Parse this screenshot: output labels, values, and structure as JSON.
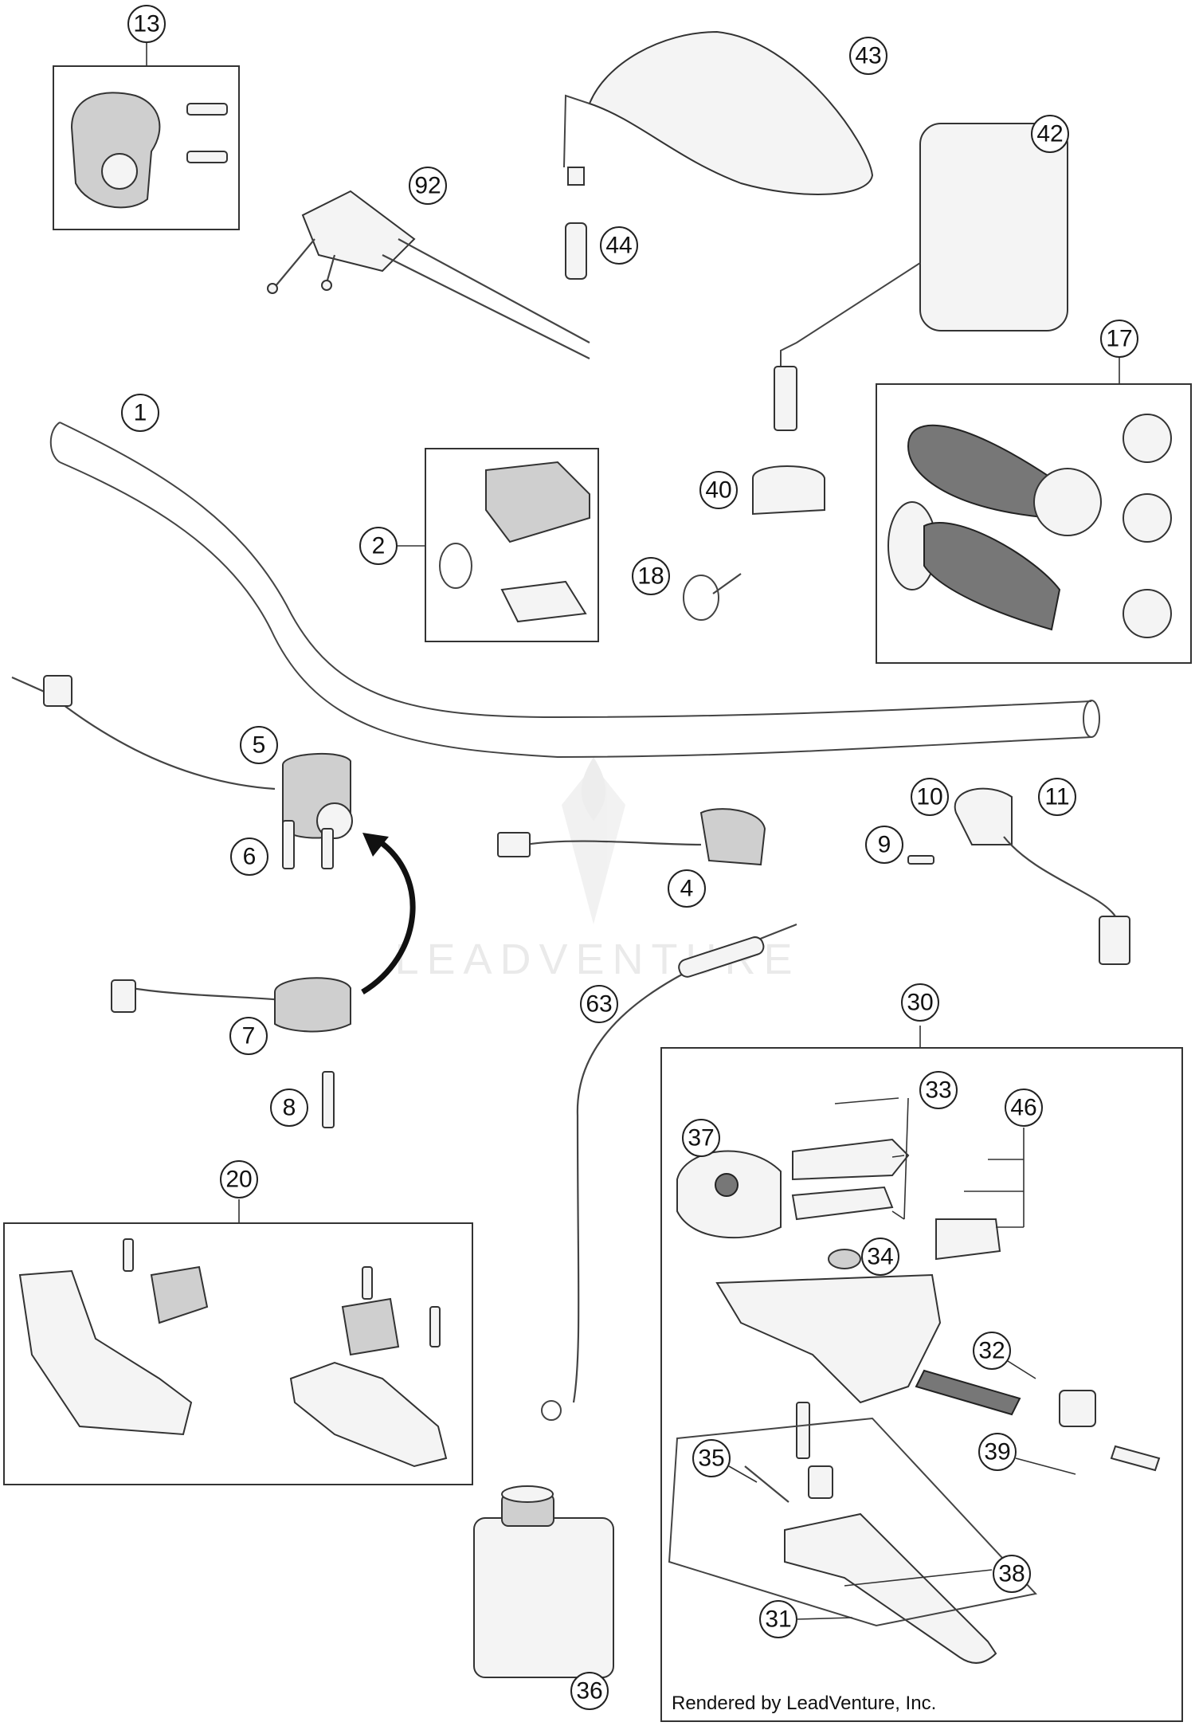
{
  "diagram": {
    "callouts": [
      "13",
      "92",
      "43",
      "44",
      "42",
      "17",
      "1",
      "2",
      "18",
      "40",
      "5",
      "6",
      "7",
      "8",
      "4",
      "10",
      "11",
      "9",
      "63",
      "30",
      "33",
      "37",
      "46",
      "34",
      "32",
      "39",
      "35",
      "38",
      "31",
      "20",
      "36"
    ]
  },
  "watermark": {
    "text": "LEADVENTURE"
  },
  "credit": {
    "text": "Rendered by LeadVenture, Inc."
  }
}
